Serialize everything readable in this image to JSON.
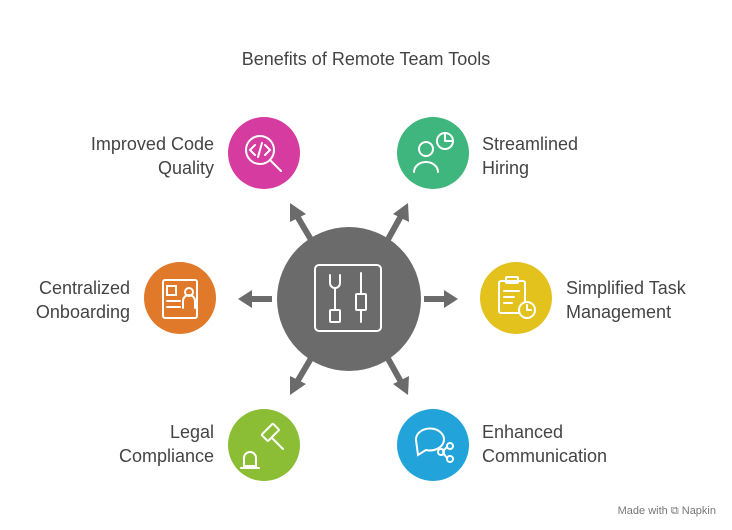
{
  "title": "Benefits of Remote Team Tools",
  "center": {
    "icon": "tools-wrench-screwdriver-icon",
    "color": "#6b6b6b"
  },
  "items": [
    {
      "line1": "Improved Code",
      "line2": "Quality",
      "color": "#d63c9f",
      "icon": "code-magnifier-icon"
    },
    {
      "line1": "Streamlined",
      "line2": "Hiring",
      "color": "#3fb67e",
      "icon": "person-chart-icon"
    },
    {
      "line1": "Centralized",
      "line2": "Onboarding",
      "color": "#e07a2a",
      "icon": "id-card-icon"
    },
    {
      "line1": "Simplified Task",
      "line2": "Management",
      "color": "#e3c21e",
      "icon": "clipboard-clock-icon"
    },
    {
      "line1": "Legal",
      "line2": "Compliance",
      "color": "#8bbd35",
      "icon": "gavel-icon"
    },
    {
      "line1": "Enhanced",
      "line2": "Communication",
      "color": "#22a4da",
      "icon": "chat-share-icon"
    }
  ],
  "footer": {
    "made_with": "Made with",
    "brand": "Napkin"
  }
}
